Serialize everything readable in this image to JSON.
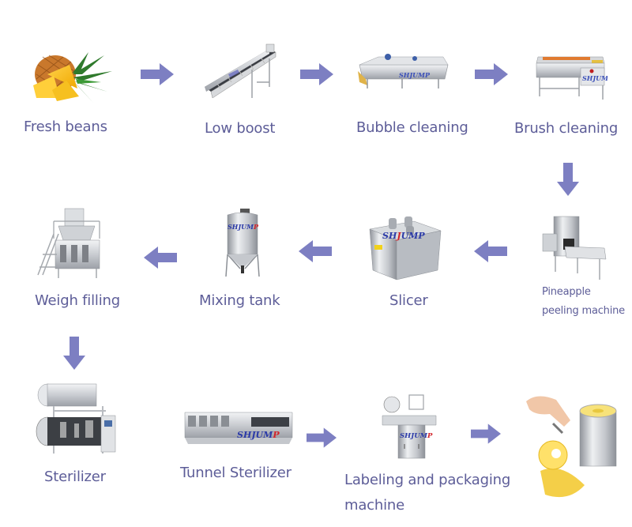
{
  "title": "Pineapple canning production process flow",
  "colors": {
    "arrow": "#7d7fc2",
    "label": "#5d5d98",
    "background": "#ffffff"
  },
  "brand": {
    "prefix": "SH",
    "mid": "JUM",
    "suffix": "P"
  },
  "steps": [
    {
      "label": "Fresh beans",
      "image": "pineapple-image"
    },
    {
      "label": "Low boost",
      "image": "conveyor-elevator-image"
    },
    {
      "label": "Bubble cleaning",
      "image": "bubble-washer-image"
    },
    {
      "label": "Brush cleaning",
      "image": "brush-washer-image"
    },
    {
      "label_line1": "Pineapple",
      "label_line2": "peeling machine",
      "image": "peeling-machine-image"
    },
    {
      "label": "Slicer",
      "image": "slicer-image"
    },
    {
      "label": "Mixing tank",
      "image": "mixing-tank-image"
    },
    {
      "label": "Weigh filling",
      "image": "weigh-filling-machine-image"
    },
    {
      "label": "Sterilizer",
      "image": "autoclave-sterilizer-image"
    },
    {
      "label": "Tunnel Sterilizer",
      "image": "tunnel-sterilizer-image"
    },
    {
      "label_line1": "Labeling and packaging",
      "label_line2": "machine",
      "image": "labeling-machine-image"
    },
    {
      "label": "",
      "image": "canned-pineapple-product-image"
    }
  ],
  "arrows": [
    {
      "from": "Fresh beans",
      "to": "Low boost",
      "direction": "right"
    },
    {
      "from": "Low boost",
      "to": "Bubble cleaning",
      "direction": "right"
    },
    {
      "from": "Bubble cleaning",
      "to": "Brush cleaning",
      "direction": "right"
    },
    {
      "from": "Brush cleaning",
      "to": "Pineapple peeling machine",
      "direction": "down"
    },
    {
      "from": "Pineapple peeling machine",
      "to": "Slicer",
      "direction": "left"
    },
    {
      "from": "Slicer",
      "to": "Mixing tank",
      "direction": "left"
    },
    {
      "from": "Mixing tank",
      "to": "Weigh filling",
      "direction": "left"
    },
    {
      "from": "Weigh filling",
      "to": "Sterilizer",
      "direction": "down"
    },
    {
      "from": "Tunnel Sterilizer",
      "to": "Labeling and packaging machine",
      "direction": "right"
    },
    {
      "from": "Labeling and packaging machine",
      "to": "Canned pineapple",
      "direction": "right"
    }
  ]
}
